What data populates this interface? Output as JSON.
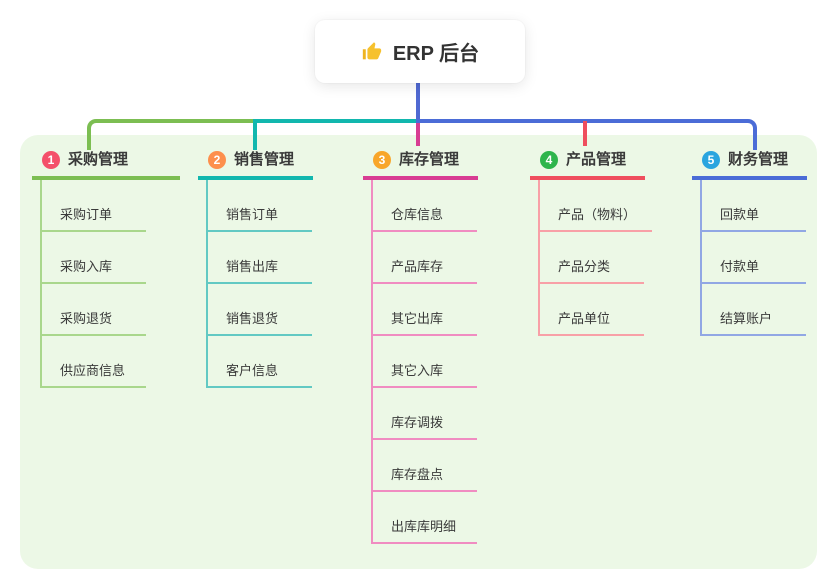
{
  "root": {
    "label": "ERP 后台",
    "icon": "thumbs-up-icon"
  },
  "colors": {
    "canvas_bg": "#ffffff",
    "panel_bg": "#ecf8e6",
    "text": "#3a3a3a",
    "root_connector": "#5069d2",
    "thumb_icon": "#f6c12d"
  },
  "branches": [
    {
      "num": "1",
      "label": "采购管理",
      "color": "#7cbe52",
      "light_color": "#a9d78c",
      "badge_color": "#f4506a",
      "children": [
        "采购订单",
        "采购入库",
        "采购退货",
        "供应商信息"
      ]
    },
    {
      "num": "2",
      "label": "销售管理",
      "color": "#12b7ae",
      "light_color": "#62c9c3",
      "badge_color": "#fd8f4c",
      "children": [
        "销售订单",
        "销售出库",
        "销售退货",
        "客户信息"
      ]
    },
    {
      "num": "3",
      "label": "库存管理",
      "color": "#d83d93",
      "light_color": "#f08cc1",
      "badge_color": "#f8a62a",
      "children": [
        "仓库信息",
        "产品库存",
        "其它出库",
        "其它入库",
        "库存调拨",
        "库存盘点",
        "出库库明细"
      ]
    },
    {
      "num": "4",
      "label": "产品管理",
      "color": "#ef4e5e",
      "light_color": "#f8a0a7",
      "badge_color": "#2eb54c",
      "children": [
        "产品（物料）",
        "产品分类",
        "产品单位"
      ]
    },
    {
      "num": "5",
      "label": "财务管理",
      "color": "#4b6cd7",
      "light_color": "#91a7e4",
      "badge_color": "#2aa5df",
      "children": [
        "回款单",
        "付款单",
        "结算账户"
      ]
    }
  ]
}
